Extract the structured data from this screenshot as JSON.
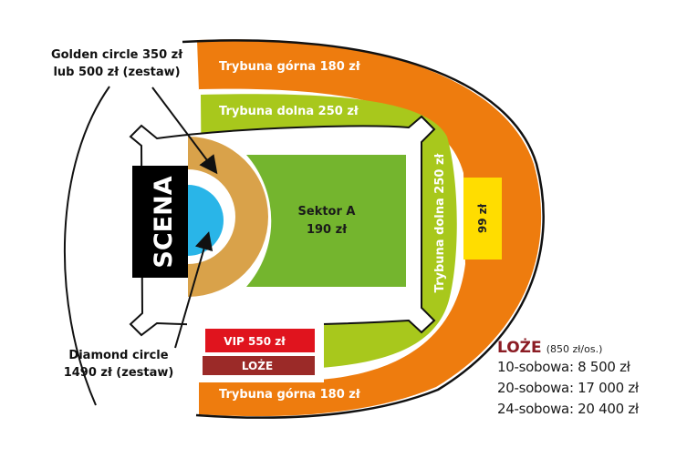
{
  "stage": {
    "label": "SCENA"
  },
  "sections": {
    "upper_top": "Trybuna górna 180 zł",
    "lower_top": "Trybuna dolna 250 zł",
    "lower_right": "Trybuna dolna 250 zł",
    "side_right": "99 zł",
    "sektor_a_name": "Sektor A",
    "sektor_a_price": "190 zł",
    "vip": "VIP 550 zł",
    "loze": "LOŻE",
    "upper_bottom": "Trybuna górna 180 zł"
  },
  "callouts": {
    "golden_line1": "Golden  circle 350 zł",
    "golden_line2": "lub 500 zł (zestaw)",
    "diamond_line1": "Diamond circle",
    "diamond_line2": "1490 zł (zestaw)"
  },
  "legend": {
    "title": "LOŻE",
    "subtitle": "(850 zł/os.)",
    "rows": [
      "10-sobowa: 8 500 zł",
      "20-sobowa: 17 000 zł",
      "24-sobowa: 20 400 zł"
    ]
  },
  "colors": {
    "orange": "#ee7c0e",
    "lime": "#a8c81c",
    "green": "#74b52e",
    "gold": "#d9a24a",
    "blue": "#29b5e8",
    "yellow": "#ffdd00",
    "vip": "#e0141e",
    "loze": "#9b2a28"
  }
}
